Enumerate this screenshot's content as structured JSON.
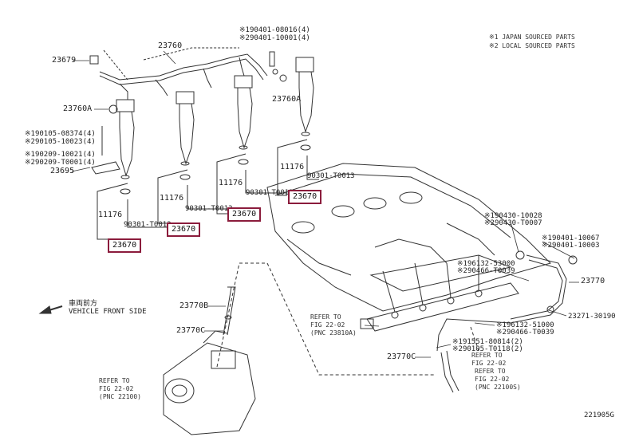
{
  "legend": {
    "line1": "※1 JAPAN SOURCED PARTS",
    "line2": "※2 LOCAL SOURCED PARTS"
  },
  "labels": {
    "p23760": "23760",
    "p23679": "23679",
    "p23760A_left": "23760A",
    "p23760A_right": "23760A",
    "top_bolt_1": "※190401-08016(4)",
    "top_bolt_2": "※290401-10001(4)",
    "left_bolt_1": "※190105-08374(4)",
    "left_bolt_2": "※290105-10023(4)",
    "left_nut_1": "※190209-10021(4)",
    "left_nut_2": "※290209-T0001(4)",
    "p23695": "23695",
    "p11176_a": "11176",
    "p11176_b": "11176",
    "p11176_c": "11176",
    "p11176_d": "11176",
    "p90301_a": "90301-T0013",
    "p90301_b": "90301-T0013",
    "p90301_c": "90301-T0013",
    "p90301_d": "90301-T0013",
    "right_1a": "※190430-10028",
    "right_1b": "※290430-T0007",
    "right_2a": "※190401-10067",
    "right_2b": "※290401-10003",
    "right_3a": "※196132-53000",
    "right_3b": "※290466-T0039",
    "p23770": "23770",
    "p23271": "23271-30190",
    "right_4a": "※196132-51000",
    "right_4b": "※290466-T0039",
    "right_5a": "※191551-80814(2)",
    "right_5b": "※290105-T0118(2)",
    "p23770B": "23770B",
    "p23770C_left": "23770C",
    "p23770C_right": "23770C",
    "front_jp": "車両前方",
    "front_en": "VEHICLE FRONT SIDE",
    "diagram_id": "221905G"
  },
  "refs": {
    "ref_mid_1": "REFER TO",
    "ref_mid_2": "FIG 22-02",
    "ref_mid_3": "(PNC 23810A)",
    "ref_pump_1": "REFER TO",
    "ref_pump_2": "FIG 22-02",
    "ref_pump_3": "(PNC 22100)",
    "ref_right_1": "REFER TO",
    "ref_right_2": "FIG 22-02",
    "ref_right_3": "REFER TO",
    "ref_right_4": "FIG 22-02",
    "ref_right_5": "(PNC 22100S)"
  },
  "callouts": [
    "23670",
    "23670",
    "23670",
    "23670"
  ],
  "colors": {
    "line": "#333333",
    "callout_border": "#8b1c3c"
  }
}
